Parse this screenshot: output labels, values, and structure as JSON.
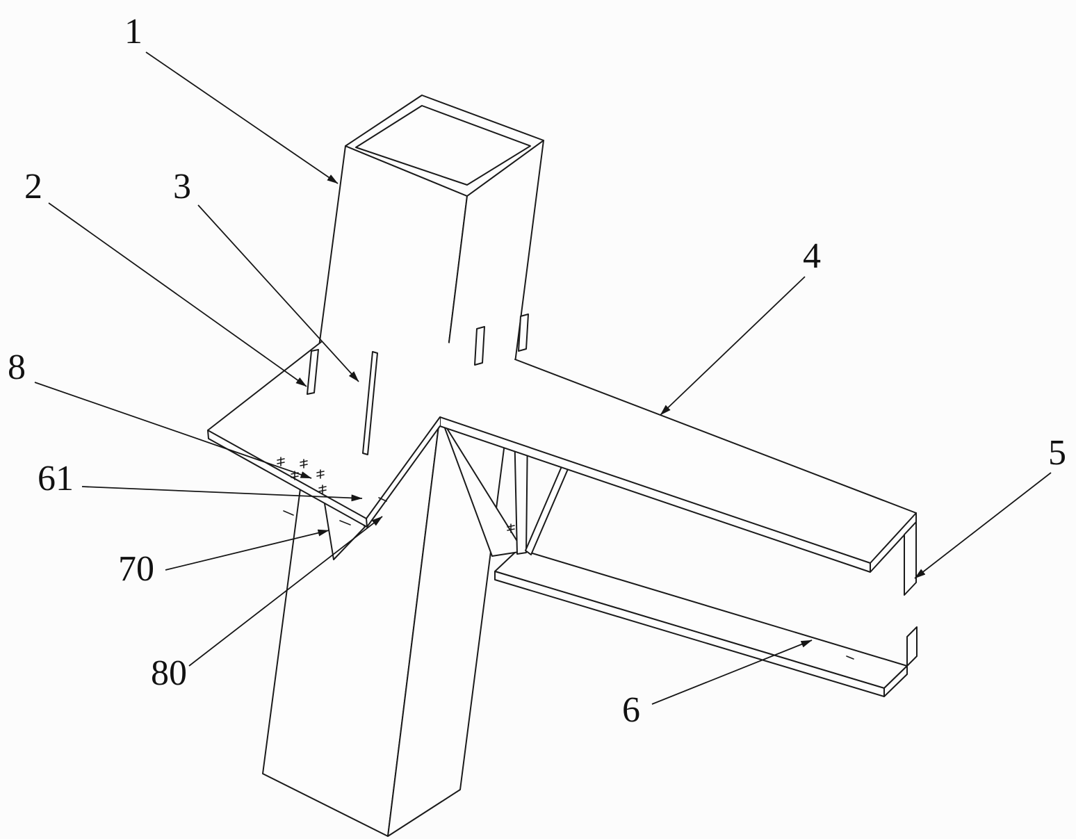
{
  "meta": {
    "background": "#fcfcfc",
    "ink": "#1a1a1a",
    "figure_type": "isometric patent-style line drawing of a column-beam steel connection joint"
  },
  "labels": [
    {
      "id": "1",
      "text": "1"
    },
    {
      "id": "2",
      "text": "2"
    },
    {
      "id": "3",
      "text": "3"
    },
    {
      "id": "4",
      "text": "4"
    },
    {
      "id": "5",
      "text": "5"
    },
    {
      "id": "6",
      "text": "6"
    },
    {
      "id": "8",
      "text": "8"
    },
    {
      "id": "61",
      "text": "61"
    },
    {
      "id": "70",
      "text": "70"
    },
    {
      "id": "80",
      "text": "80"
    }
  ]
}
